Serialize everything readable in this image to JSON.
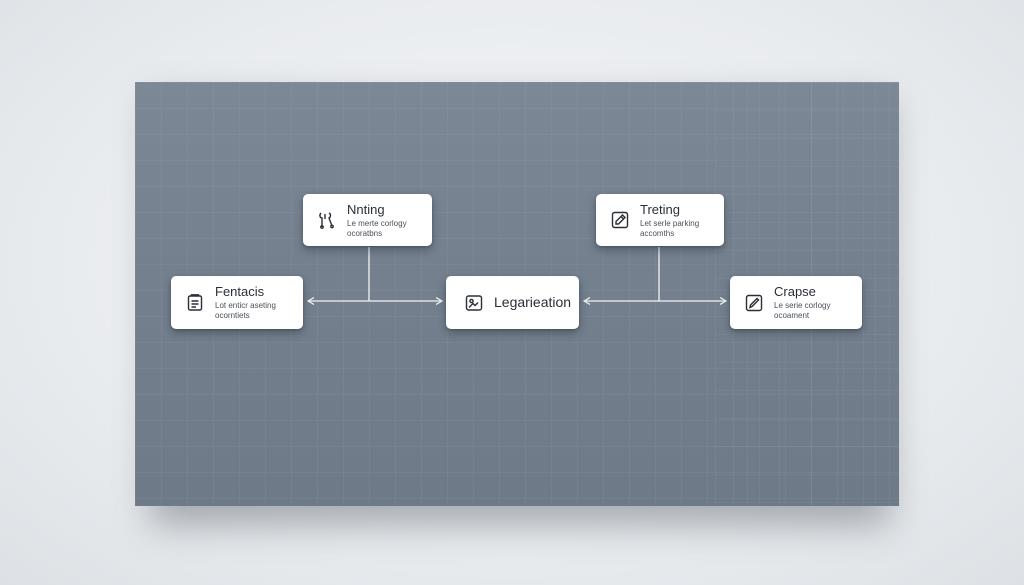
{
  "diagram": {
    "nodes": {
      "nnting": {
        "title": "Nnting",
        "desc_line1": "Le merte corlogy",
        "desc_line2": "ocoratbns",
        "icon": "tools-icon"
      },
      "treting": {
        "title": "Treting",
        "desc_line1": "Let serle parking",
        "desc_line2": "accomths",
        "icon": "edit-icon"
      },
      "fentacis": {
        "title": "Fentacis",
        "desc_line1": "Lot enticr aseting",
        "desc_line2": "ocorntiets",
        "icon": "document-icon"
      },
      "center": {
        "title": "Legarieation",
        "icon": "image-edit-icon"
      },
      "crapse": {
        "title": "Crapse",
        "desc_line1": "Le serie corlogy",
        "desc_line2": "ocoament",
        "icon": "pen-icon"
      }
    },
    "colors": {
      "board": "#74808e",
      "node": "#ffffff",
      "connector": "#f2f4f6",
      "text": "#2a2f36"
    }
  }
}
